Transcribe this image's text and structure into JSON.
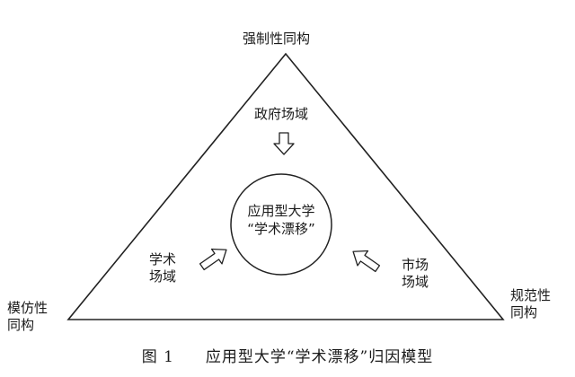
{
  "diagram": {
    "vertices": {
      "top": "强制性同构",
      "left": "模仿性\n同构",
      "right": "规范性\n同构"
    },
    "center": {
      "line1": "应用型大学",
      "line2": "“学术漂移”"
    },
    "fields": {
      "government": "政府场域",
      "academic": "学术\n场域",
      "market": "市场\n场域"
    },
    "icons": {
      "government_arrow": "hollow-arrow-down-icon",
      "academic_arrow": "hollow-arrow-up-right-icon",
      "market_arrow": "hollow-arrow-up-left-icon"
    }
  },
  "caption": {
    "label": "图 1",
    "text": "应用型大学“学术漂移”归因模型"
  }
}
